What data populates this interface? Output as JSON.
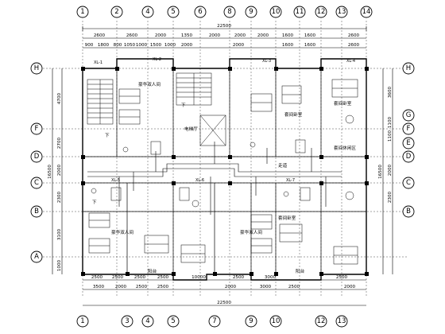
{
  "top_axes": [
    "1",
    "2",
    "4",
    "5",
    "6",
    "8",
    "9",
    "10",
    "11",
    "12",
    "13",
    "14"
  ],
  "bottom_axes": [
    "1",
    "3",
    "4",
    "5",
    "7",
    "9",
    "10",
    "12",
    "13"
  ],
  "left_axes": [
    "H",
    "F",
    "D",
    "C",
    "B",
    "A"
  ],
  "right_axes": [
    "H",
    "G",
    "F",
    "E",
    "D",
    "C",
    "B"
  ],
  "top_total": "22500",
  "top_row1": [
    "2600",
    "2600",
    "2000",
    "1350",
    "2000",
    "2000",
    "2000",
    "1600",
    "1600",
    "2600"
  ],
  "top_row2": [
    "900",
    "1800",
    "800",
    "1050",
    "1000",
    "1500",
    "1000",
    "2000",
    "2000",
    "1600",
    "1600",
    "2600"
  ],
  "bottom_total": "22500",
  "bottom_row1": [
    "2500",
    "2500",
    "2500",
    "2500",
    "10000",
    "2500",
    "3000",
    "2500"
  ],
  "bottom_row2": [
    "3500",
    "2000",
    "2500",
    "2500",
    "2000",
    "3000",
    "2500",
    "2000"
  ],
  "left_total": "16500",
  "left_dims": [
    "4700",
    "2700",
    "2000",
    "2300",
    "3100",
    "1000"
  ],
  "right_total": "16500",
  "right_dims": [
    "3600",
    "1100",
    "1100",
    "2000",
    "2300"
  ],
  "rooms": {
    "standard_room_a": "豪华双人间",
    "standard_room_b": "豪华双人间",
    "standard_room_c": "豪华双人间",
    "suite_a": "套间卧室",
    "suite_b": "套间卧室",
    "suite_c": "套间卧室",
    "suite_living": "套间休闲区",
    "lift_hall": "电梯厅",
    "corridor": "走道",
    "balcony_a": "阳台",
    "balcony_b": "阳台",
    "stair_a": "下",
    "stair_b": "下",
    "stair_c": "下"
  },
  "section_tags": [
    "XL-1",
    "XL-2",
    "XL-3",
    "XL-4",
    "XL-5",
    "XL-6",
    "XL-7"
  ]
}
